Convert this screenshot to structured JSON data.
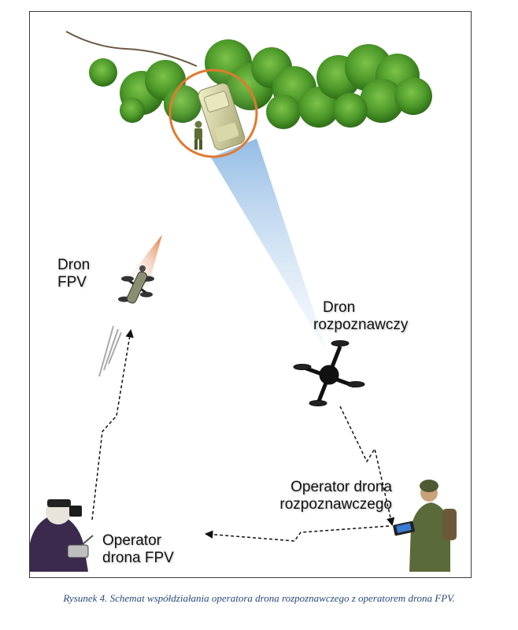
{
  "labels": {
    "fpv_drone": {
      "line1": "Dron",
      "line2": "FPV"
    },
    "recon_drone": {
      "line1": "Dron",
      "line2": "rozpoznawczy"
    },
    "recon_operator": {
      "line1": "Operator drona",
      "line2": "rozpoznawczego"
    },
    "fpv_operator": {
      "line1": "Operator",
      "line2": "drona FPV"
    }
  },
  "caption": "Rysunek 4. Schemat współdziałania operatora drona rozpoznawczego z operatorem drona FPV.",
  "colors": {
    "frame": "#3a3a3a",
    "caption": "#2a4a7a",
    "tree": "#4e9a2a",
    "target_circle": "#e07a2e",
    "camera_beam": "#a9c8ea",
    "fpv_trail": "#e0763a"
  }
}
